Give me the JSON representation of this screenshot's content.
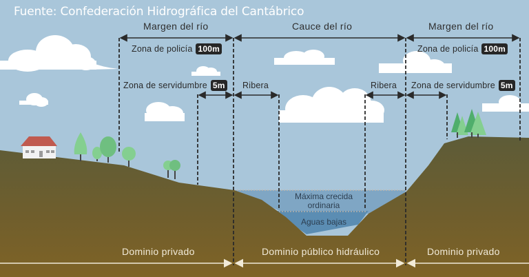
{
  "source": "Fuente: Confederación Hidrográfica del Cantábrico",
  "headers": {
    "left": "Margen del río",
    "center": "Cauce del río",
    "right": "Margen del río"
  },
  "zones": {
    "left_police": {
      "label": "Zona de policía",
      "badge": "100m"
    },
    "left_servitude": {
      "label": "Zona de servidumbre",
      "badge": "5m"
    },
    "right_police": {
      "label": "Zona de policía",
      "badge": "100m"
    },
    "right_servitude": {
      "label": "Zona de servidumbre",
      "badge": "5m"
    },
    "left_bank": "Ribera",
    "right_bank": "Ribera"
  },
  "water": {
    "max_flood_line1": "Máxima crecida",
    "max_flood_line2": "ordinaria",
    "low_water": "Aguas bajas"
  },
  "domains": {
    "left": "Dominio privado",
    "center": "Dominio público hidráulico",
    "right": "Dominio privado"
  },
  "colors": {
    "sky": "#a9c6da",
    "ground_top": "#5f5e3a",
    "ground_bottom": "#7e6327",
    "water_flood": "#7fa6c4",
    "water_low": "#5b8db3",
    "badge": "#262626",
    "tree_light": "#84cf90",
    "tree_dark": "#4fae6c",
    "roof": "#c05a4f"
  }
}
